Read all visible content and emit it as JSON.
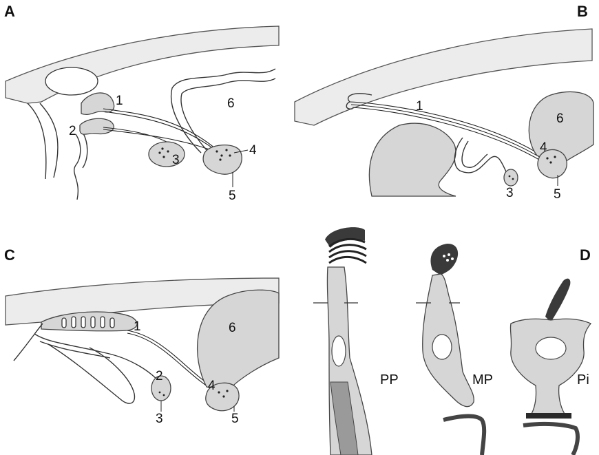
{
  "panels": {
    "a": {
      "letter": "A",
      "labels": [
        "1",
        "2",
        "3",
        "4",
        "5",
        "6"
      ]
    },
    "b": {
      "letter": "B",
      "labels": [
        "1",
        "3",
        "4",
        "5",
        "6"
      ]
    },
    "c": {
      "letter": "C",
      "labels": [
        "1",
        "2",
        "3",
        "4",
        "5",
        "6"
      ]
    },
    "d": {
      "letter": "D",
      "cells": [
        "PP",
        "MP",
        "Pi"
      ]
    }
  },
  "colors": {
    "skull": "#ececec",
    "gland": "#d6d6d6",
    "outline": "#333333",
    "dark": "#3a3a3a"
  }
}
